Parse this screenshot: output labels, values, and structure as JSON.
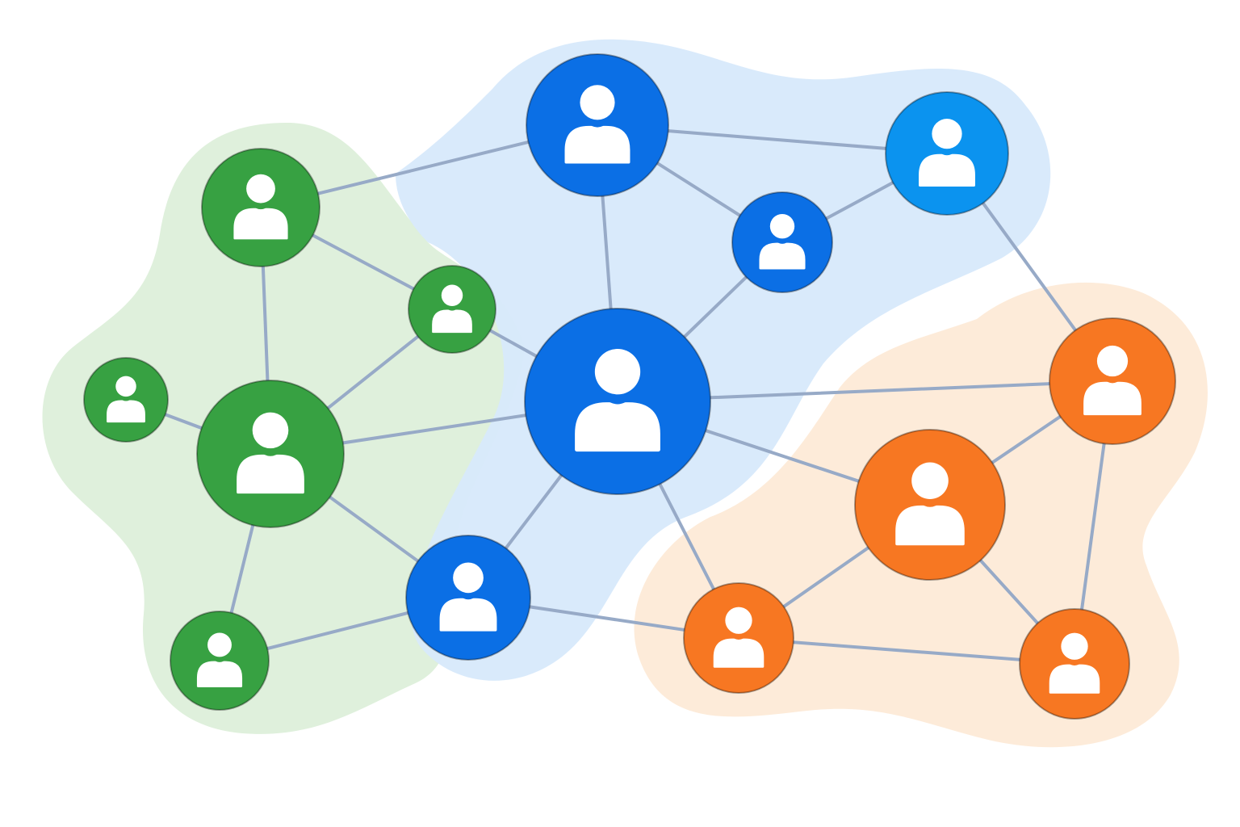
{
  "groups": [
    {
      "id": "green",
      "fill": "#dff0dc",
      "node_color": "#37a142"
    },
    {
      "id": "blue",
      "fill": "#d7e9fb",
      "node_color": "#0b6fe5"
    },
    {
      "id": "orange",
      "fill": "#fdebd9",
      "node_color": "#f77722"
    }
  ],
  "accent_colors": {
    "light_blue_node": "#0b93ef",
    "edge": "#97aac7",
    "icon": "#ffffff"
  },
  "nodes": [
    {
      "id": "g1",
      "group": "green",
      "icon": "user-icon"
    },
    {
      "id": "g2",
      "group": "green",
      "icon": "user-icon"
    },
    {
      "id": "g3",
      "group": "green",
      "icon": "user-icon"
    },
    {
      "id": "g4",
      "group": "green",
      "icon": "user-icon"
    },
    {
      "id": "g5",
      "group": "green",
      "icon": "user-icon"
    },
    {
      "id": "b1",
      "group": "blue",
      "icon": "user-icon"
    },
    {
      "id": "b2",
      "group": "blue",
      "icon": "user-icon"
    },
    {
      "id": "b3",
      "group": "blue",
      "icon": "user-icon"
    },
    {
      "id": "b4",
      "group": "blue",
      "icon": "user-icon"
    },
    {
      "id": "b5",
      "group": "blue",
      "icon": "user-icon"
    },
    {
      "id": "o1",
      "group": "orange",
      "icon": "user-icon"
    },
    {
      "id": "o2",
      "group": "orange",
      "icon": "user-icon"
    },
    {
      "id": "o3",
      "group": "orange",
      "icon": "user-icon"
    },
    {
      "id": "o4",
      "group": "orange",
      "icon": "user-icon"
    }
  ],
  "edges": [
    [
      "g1",
      "b1"
    ],
    [
      "g1",
      "g2"
    ],
    [
      "g1",
      "g3"
    ],
    [
      "g2",
      "b3"
    ],
    [
      "g2",
      "g3"
    ],
    [
      "g4",
      "g3"
    ],
    [
      "g3",
      "b3"
    ],
    [
      "g3",
      "b5"
    ],
    [
      "g3",
      "g5"
    ],
    [
      "g5",
      "b5"
    ],
    [
      "b1",
      "b2"
    ],
    [
      "b1",
      "b4"
    ],
    [
      "b1",
      "b3"
    ],
    [
      "b4",
      "b2"
    ],
    [
      "b4",
      "b3"
    ],
    [
      "b2",
      "o1"
    ],
    [
      "b3",
      "b5"
    ],
    [
      "b3",
      "o1"
    ],
    [
      "b3",
      "o2"
    ],
    [
      "b3",
      "o3"
    ],
    [
      "b5",
      "o3"
    ],
    [
      "o1",
      "o2"
    ],
    [
      "o1",
      "o4"
    ],
    [
      "o2",
      "o3"
    ],
    [
      "o2",
      "o4"
    ],
    [
      "o3",
      "o4"
    ]
  ]
}
